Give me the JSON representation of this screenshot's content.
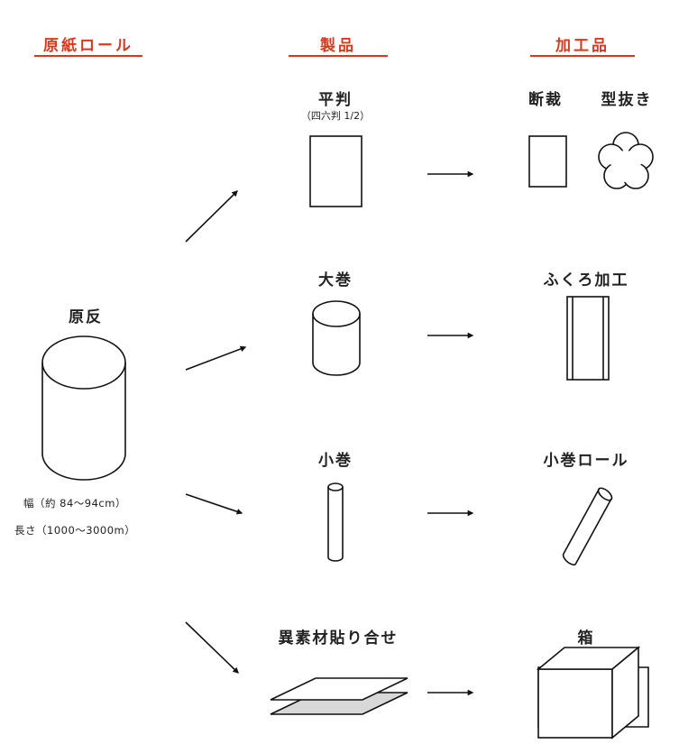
{
  "columns": {
    "source": "原紙ロール",
    "product": "製品",
    "processed": "加工品"
  },
  "source": {
    "label": "原反",
    "width_note": "幅（約 84〜94cm）",
    "length_note": "長さ（1000〜3000m）"
  },
  "products": {
    "flat": {
      "label": "平判",
      "sub": "（四六判 1/2）"
    },
    "large_roll": {
      "label": "大巻"
    },
    "small_roll": {
      "label": "小巻"
    },
    "laminate": {
      "label": "異素材貼り合せ"
    }
  },
  "processed": {
    "cut": "断裁",
    "die_cut": "型抜き",
    "bag": "ふくろ加工",
    "small_roll": "小巻ロール",
    "box": "箱"
  },
  "colors": {
    "accent": "#d9381e",
    "line": "#111111",
    "laminate_fill": "#d8d8d8"
  }
}
